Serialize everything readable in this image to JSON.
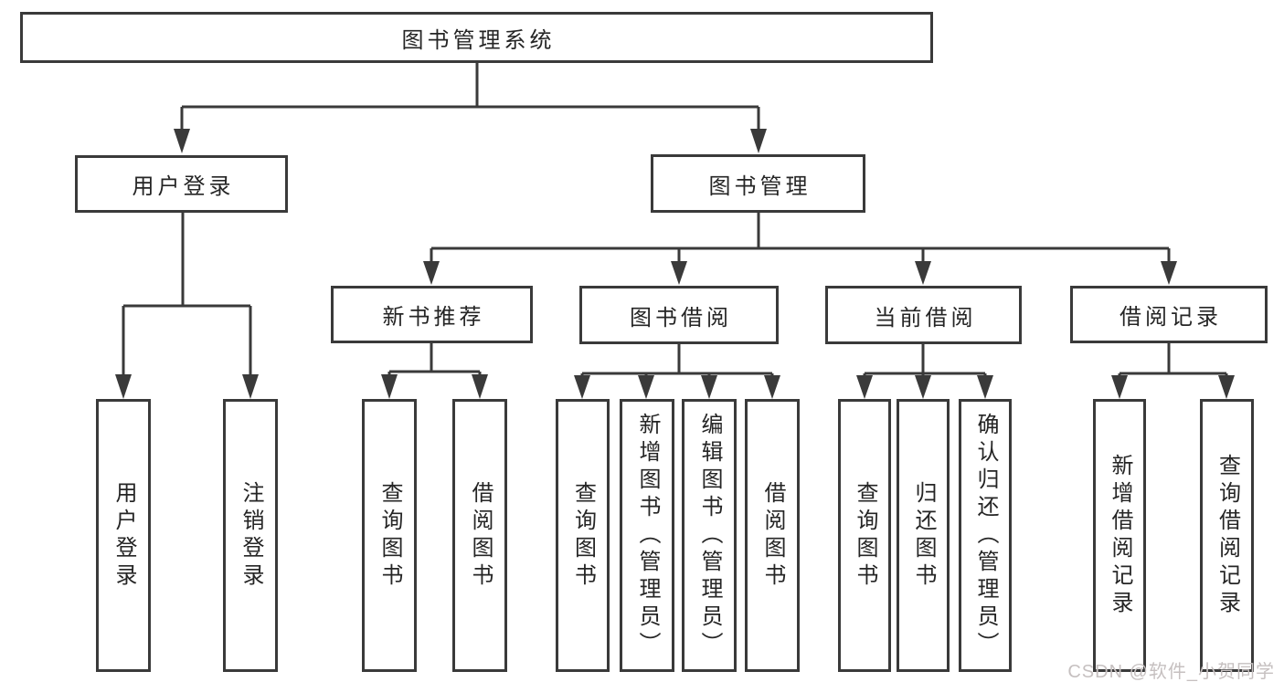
{
  "diagram": {
    "title": "图书管理系统",
    "branches": [
      {
        "label": "用户登录",
        "children": [
          "用户登录",
          "注销登录"
        ]
      },
      {
        "label": "图书管理",
        "children": [
          {
            "label": "新书推荐",
            "children": [
              "查询图书",
              "借阅图书"
            ]
          },
          {
            "label": "图书借阅",
            "children": [
              "查询图书",
              "新增图书（管理员）",
              "编辑图书（管理员）",
              "借阅图书"
            ]
          },
          {
            "label": "当前借阅",
            "children": [
              "查询图书",
              "归还图书",
              "确认归还（管理员）"
            ]
          },
          {
            "label": "借阅记录",
            "children": [
              "新增借阅记录",
              "查询借阅记录"
            ]
          }
        ]
      }
    ]
  },
  "watermark": "CSDN @软件_小贺同学",
  "colors": {
    "line": "#3a3a3a",
    "text": "#252525",
    "watermark": "#c6c0c0",
    "background": "#ffffff"
  }
}
